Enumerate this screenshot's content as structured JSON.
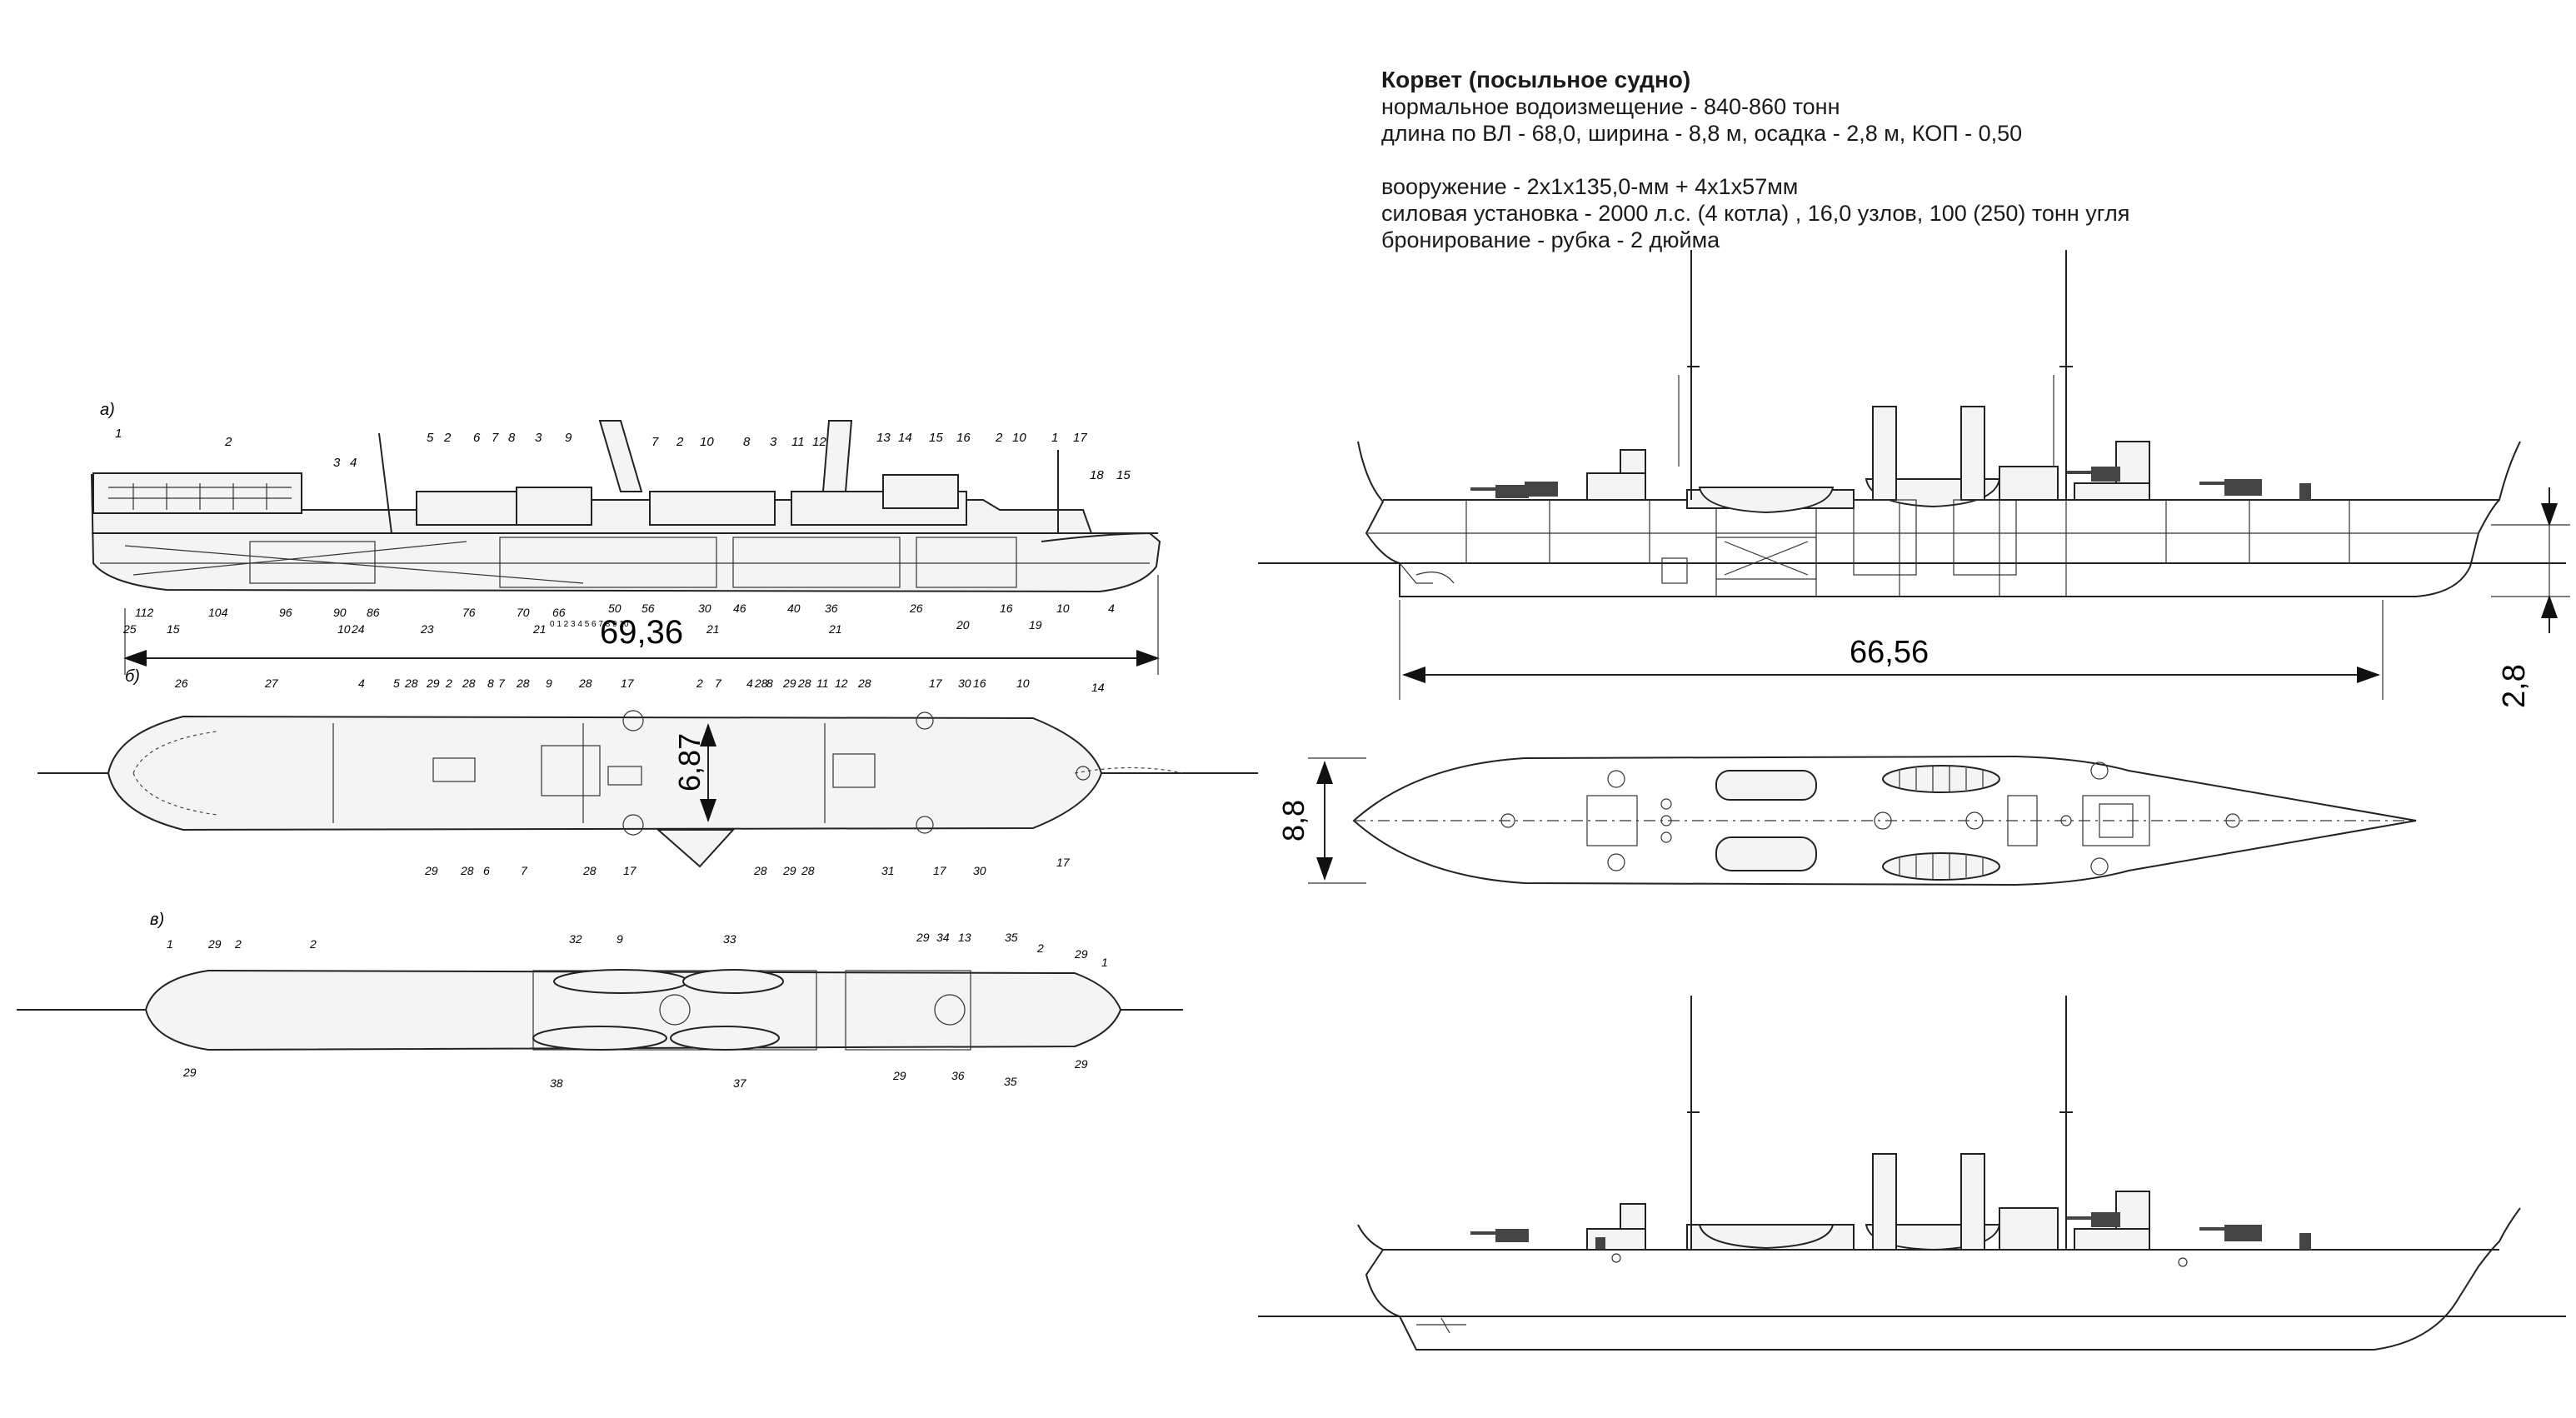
{
  "spec": {
    "title": "Корвет (посыльное судно)",
    "line1": "нормальное водоизмещение - 840-860 тонн",
    "line2": "длина по ВЛ - 68,0, ширина - 8,8 м, осадка - 2,8 м, КОП - 0,50",
    "line3": "вооружение - 2x1x135,0-мм + 4x1x57мм",
    "line4": "силовая установка - 2000 л.с. (4 котла) , 16,0 узлов, 100 (250) тонн угля",
    "line5": "бронирование - рубка - 2 дюйма"
  },
  "dimensions": {
    "old_length": "69,36",
    "old_beam": "6,87",
    "new_length": "66,56",
    "new_beam": "8,8",
    "new_draft": "2,8"
  },
  "view_letters": {
    "a": "а)",
    "b": "б)",
    "v": "в)"
  },
  "profile_callouts_top": [
    "1",
    "2",
    "3",
    "4",
    "5",
    "2",
    "6",
    "7",
    "8",
    "3",
    "9",
    "7",
    "2",
    "10",
    "8",
    "3",
    "11",
    "12",
    "13",
    "14",
    "15",
    "16",
    "2",
    "10",
    "1",
    "17",
    "18",
    "15"
  ],
  "profile_callouts_bottom": [
    "25",
    "112",
    "15",
    "104",
    "96",
    "90",
    "10",
    "24",
    "86",
    "23",
    "76",
    "70",
    "66",
    "21",
    "56",
    "50",
    "30",
    "21",
    "46",
    "40",
    "36",
    "21",
    "26",
    "20",
    "16",
    "19",
    "10",
    "4"
  ],
  "plan_callouts_top": [
    "26",
    "27",
    "4",
    "5",
    "28",
    "29",
    "2",
    "28",
    "8",
    "7",
    "28",
    "9",
    "28",
    "17",
    "2",
    "7",
    "4",
    "28",
    "8",
    "29",
    "28",
    "11",
    "12",
    "28",
    "17",
    "30",
    "16",
    "10",
    "14"
  ],
  "plan_callouts_bottom": [
    "29",
    "28",
    "6",
    "7",
    "28",
    "17",
    "28",
    "29",
    "28",
    "31",
    "17",
    "30",
    "17"
  ],
  "deck_callouts_top": [
    "1",
    "29",
    "2",
    "2",
    "32",
    "9",
    "33",
    "29",
    "34",
    "13",
    "35",
    "2",
    "29",
    "1"
  ],
  "deck_callouts_bottom": [
    "29",
    "38",
    "37",
    "29",
    "36",
    "35",
    "29"
  ],
  "scale_text": "0 1 2 3 4 5 6 7 8 9 10",
  "colors": {
    "line": "#222222",
    "light": "#f4f4f4"
  }
}
